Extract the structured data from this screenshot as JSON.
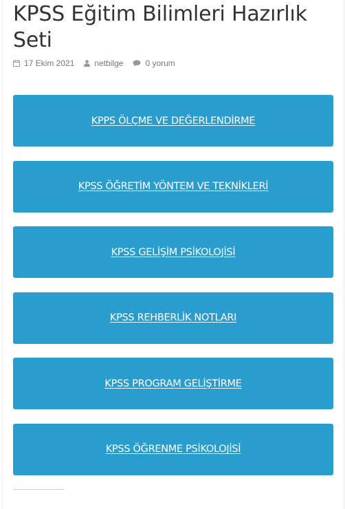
{
  "post": {
    "title": "KPSS Eğitim Bilimleri Hazırlık Seti",
    "date": "17 Ekim 2021",
    "author": "netbilge",
    "comments": "0 yorum"
  },
  "icons": {
    "date": "calendar-icon",
    "author": "user-icon",
    "comments": "comment-icon"
  },
  "colors": {
    "button_bg": "#2a9dcf",
    "button_text": "#ffffff",
    "title_text": "#333333",
    "meta_text": "#777777"
  },
  "buttons": [
    {
      "label": "KPPS ÖLÇME VE DEĞERLENDİRME"
    },
    {
      "label": "KPSS ÖĞRETİM YÖNTEM VE TEKNİKLERİ"
    },
    {
      "label": "KPSS GELİŞİM PSİKOLOJİSİ"
    },
    {
      "label": "KPSS REHBERLİK NOTLARI"
    },
    {
      "label": "KPSS PROGRAM GELİŞTİRME"
    },
    {
      "label": "KPSS ÖĞRENME PSİKOLOJİSİ"
    }
  ]
}
